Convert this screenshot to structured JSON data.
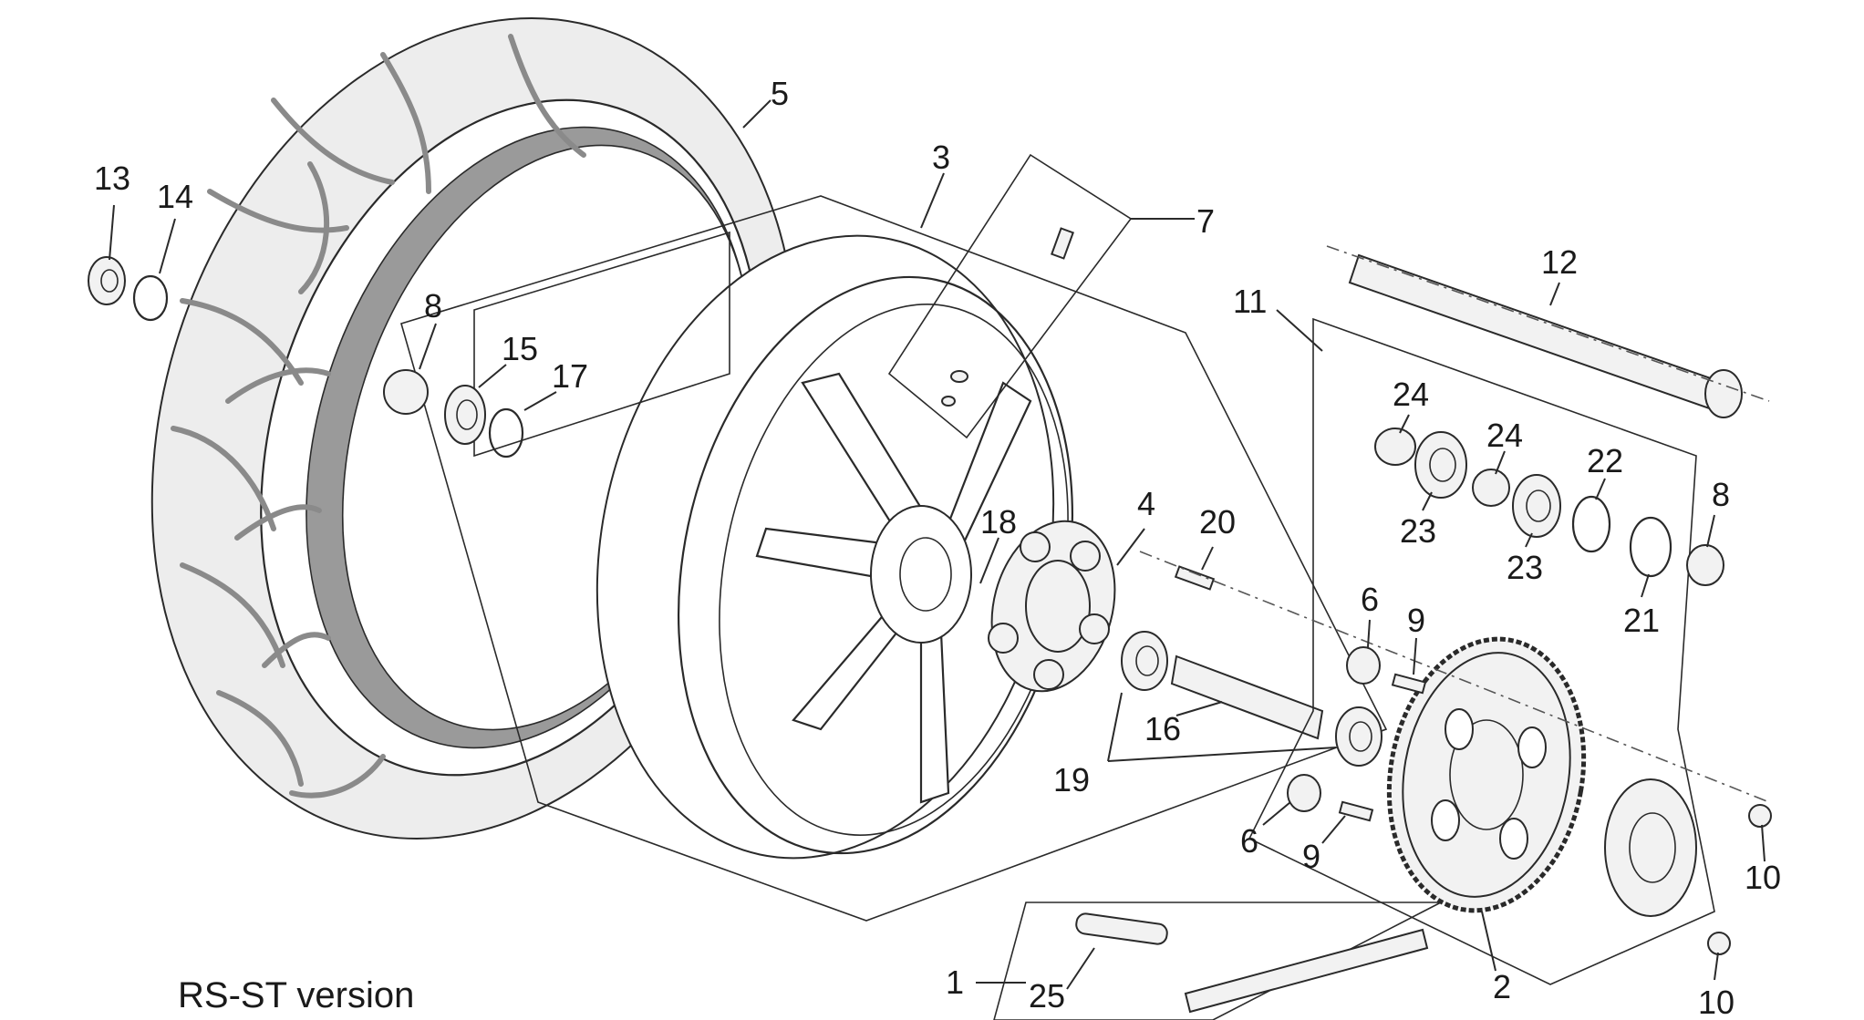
{
  "caption": "RS-ST version",
  "callouts": {
    "c1": "1",
    "c2": "2",
    "c3": "3",
    "c4": "4",
    "c5": "5",
    "c6a": "6",
    "c6b": "6",
    "c7": "7",
    "c8a": "8",
    "c8b": "8",
    "c9a": "9",
    "c9b": "9",
    "c10a": "10",
    "c10b": "10",
    "c11": "11",
    "c12": "12",
    "c13": "13",
    "c14": "14",
    "c15": "15",
    "c16": "16",
    "c17": "17",
    "c18": "18",
    "c19": "19",
    "c20": "20",
    "c21": "21",
    "c22": "22",
    "c23a": "23",
    "c23b": "23",
    "c24a": "24",
    "c24b": "24",
    "c25": "25"
  },
  "colors": {
    "line": "#2a2a2a",
    "tread": "#8a8a8a",
    "rim_inner": "#9a9a9a",
    "background": "#ffffff"
  }
}
